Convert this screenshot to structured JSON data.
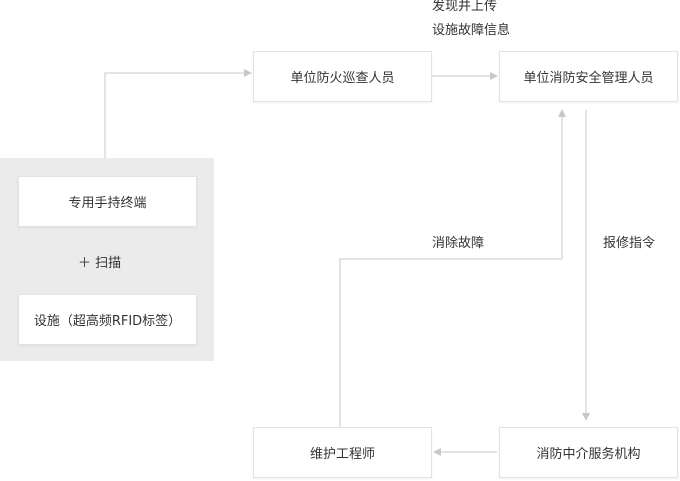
{
  "nodes": {
    "terminal": "专用手持终端",
    "scan": "＋ 扫描",
    "facility": "设施（超高频RFID标签）",
    "patrol": "单位防火巡查人员",
    "manager": "单位消防安全管理人员",
    "engineer": "维护工程师",
    "agency": "消防中介服务机构"
  },
  "edge_labels": {
    "upload_line1": "发现并上传",
    "upload_line2": "设施故障信息",
    "repair_order": "报修指令",
    "clear_fault": "消除故障"
  },
  "colors": {
    "line": "#c8c8c8",
    "panel": "#ebebeb",
    "box_border": "#e3e3e3",
    "text": "#333333"
  }
}
